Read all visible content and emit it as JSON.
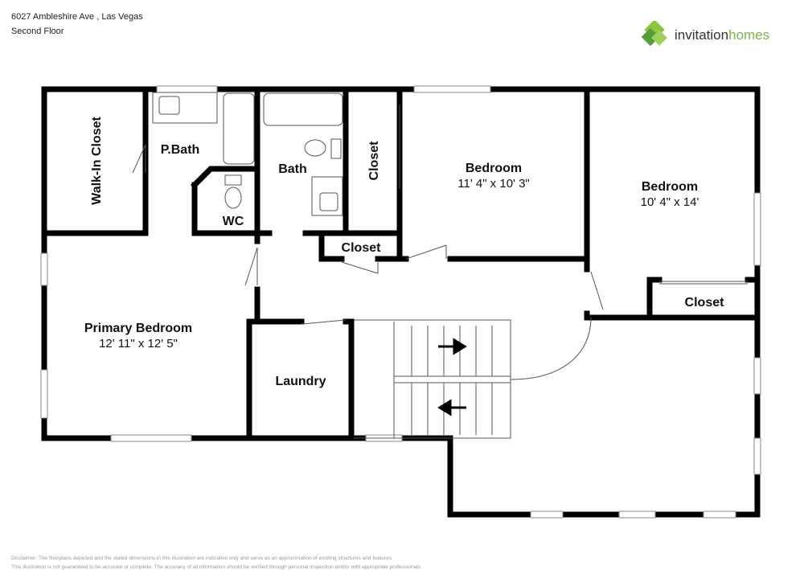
{
  "header": {
    "address": "6027 Ambleshire Ave , Las Vegas",
    "floor": "Second Floor"
  },
  "logo": {
    "word1": "invitation",
    "word2": "homes",
    "colors": [
      "#5a9e3a",
      "#8cc63f"
    ]
  },
  "rooms": [
    {
      "name": "Walk-In Closet"
    },
    {
      "name": "P.Bath"
    },
    {
      "name": "WC"
    },
    {
      "name": "Bath"
    },
    {
      "name": "Closet"
    },
    {
      "name": "Bedroom",
      "dims": "11' 4\" x 10' 3\""
    },
    {
      "name": "Bedroom",
      "dims": "10' 4\" x 14'"
    },
    {
      "name": "Closet"
    },
    {
      "name": "Closet"
    },
    {
      "name": "Primary Bedroom",
      "dims": "12' 11\" x 12' 5\""
    },
    {
      "name": "Laundry"
    }
  ],
  "disclaimer": {
    "line1": "Disclaimer: The floorplans depicted and the stated dimensions in this illustration are indicative only and serve as an approximation of existing structures and features.",
    "line2": "This illustration is not guaranteed to be accurate or complete. The accuracy of all information should be verified through personal inspection and/or with appropriate professionals."
  }
}
